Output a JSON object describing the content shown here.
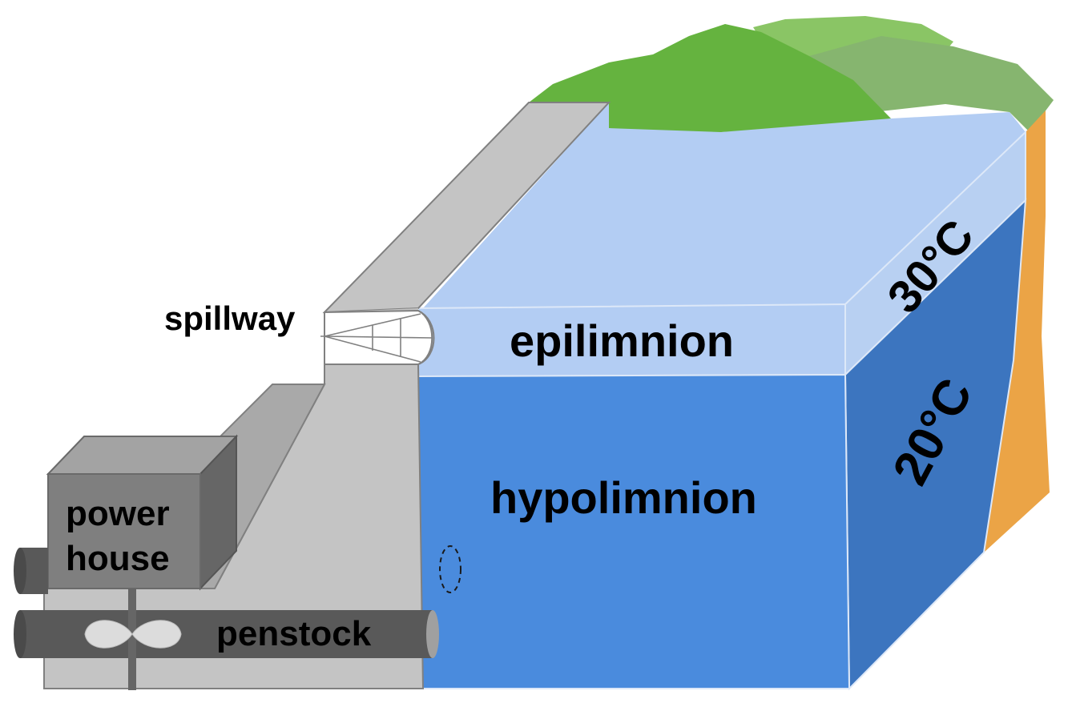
{
  "labels": {
    "spillway": "spillway",
    "epilimnion": "epilimnion",
    "hypolimnion": "hypolimnion",
    "power_house_line1": "power",
    "power_house_line2": "house",
    "penstock": "penstock",
    "temp_upper": "30°C",
    "temp_lower": "20°C"
  },
  "colors": {
    "epilimnion_front": "#b3cdf3",
    "epilimnion_top": "#b3cdf3",
    "epilimnion_side": "#b8d0f2",
    "hypolimnion_front": "#4a8bdd",
    "hypolimnion_side": "#3c75bf",
    "dam": "#c4c4c4",
    "dam_outline": "#808080",
    "power_house_front": "#7f7f7f",
    "power_house_top": "#a3a3a3",
    "power_house_side": "#666666",
    "penstock_pipe": "#595959",
    "turbine_blade": "#dcdcdc",
    "hill_dark_green": "#65b33f",
    "hill_light_green": "#8ac565",
    "hill_muted_green": "#86b56f",
    "ground_side": "#eba446"
  }
}
